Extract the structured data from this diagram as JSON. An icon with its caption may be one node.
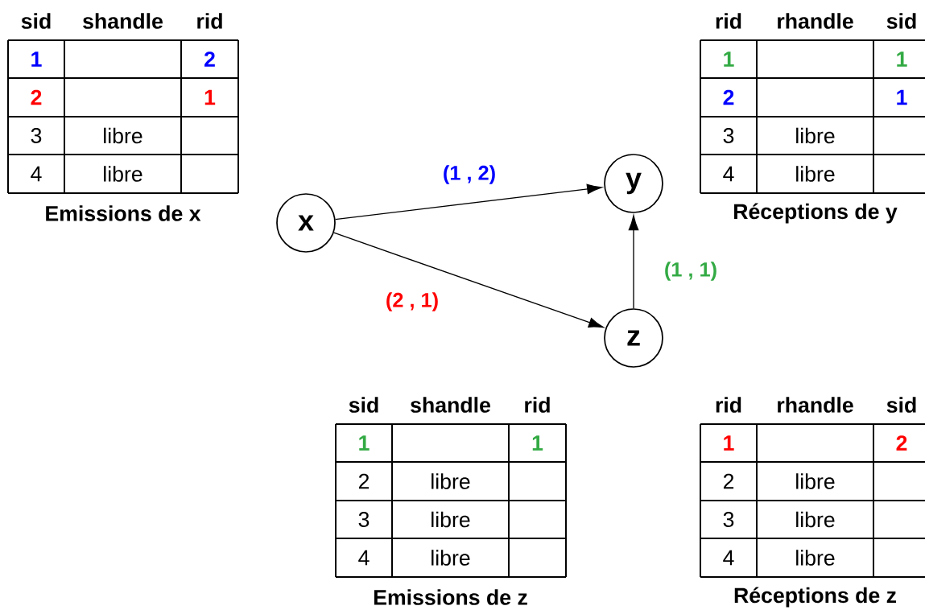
{
  "diagram": {
    "nodes": [
      {
        "text": [
          "x"
        ]
      },
      {
        "text": [
          "y"
        ]
      },
      {
        "text": [
          "z"
        ]
      }
    ],
    "edges": [
      {
        "from": 0,
        "to": 1,
        "arrow": "to",
        "label": "(1 , 2)"
      },
      {
        "from": 0,
        "to": 2,
        "arrow": "to",
        "label": "(2 , 1)"
      },
      {
        "from": 2,
        "to": 1,
        "arrow": "to",
        "label": "(1 , 1)"
      }
    ],
    "labels": [
      "sid",
      "shandle",
      "rid",
      "1",
      "2",
      "2",
      "1",
      "3",
      "libre",
      "4",
      "libre",
      "Emissions de x",
      "rid",
      "rhandle",
      "sid",
      "1",
      "1",
      "2",
      "1",
      "3",
      "libre",
      "4",
      "libre",
      "Réceptions de y",
      "sid",
      "shandle",
      "rid",
      "1",
      "1",
      "2",
      "libre",
      "3",
      "libre",
      "4",
      "libre",
      "Emissions de z",
      "rid",
      "rhandle",
      "sid",
      "1",
      "2",
      "2",
      "libre",
      "3",
      "libre",
      "4",
      "libre",
      "Réceptions de z"
    ]
  }
}
